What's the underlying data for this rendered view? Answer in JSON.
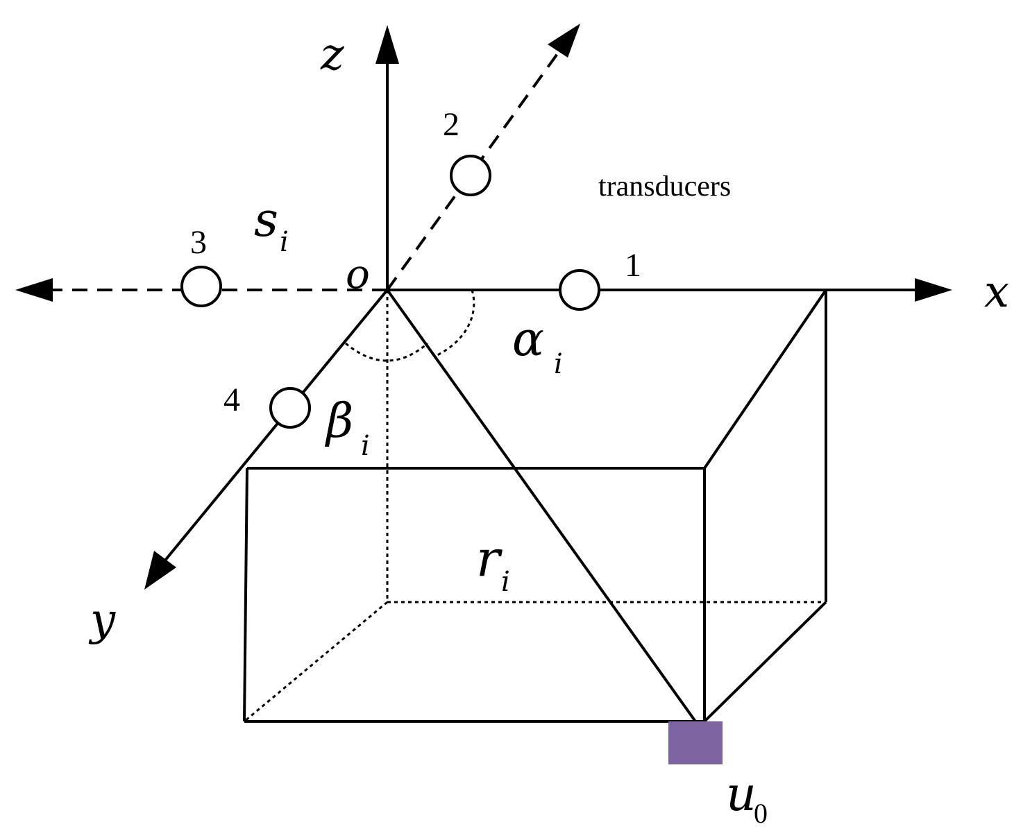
{
  "axes": {
    "x": "x",
    "y": "y",
    "z": "z",
    "origin": "o"
  },
  "transducer_numbers": [
    "1",
    "2",
    "3",
    "4"
  ],
  "caption": "transducers",
  "symbols": {
    "s": "s",
    "s_sub": "i",
    "alpha": "α",
    "alpha_sub": "i",
    "beta": "β",
    "beta_sub": "i",
    "r": "r",
    "r_sub": "i",
    "u": "u",
    "u_sub": "0"
  },
  "colors": {
    "target": "#7b64a0"
  }
}
